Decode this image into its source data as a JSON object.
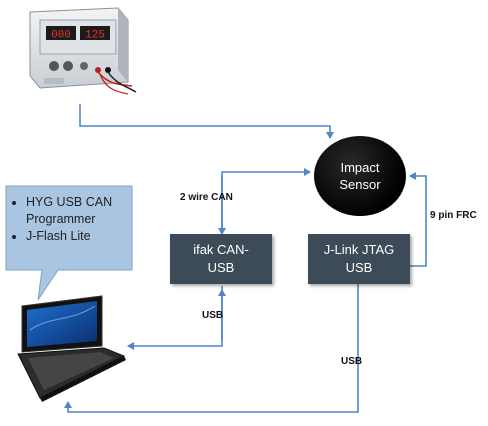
{
  "callout": {
    "items": [
      "HYG USB CAN Programmer",
      "J-Flash Lite"
    ],
    "fill": "#a9c5e1"
  },
  "sensor": {
    "line1": "Impact",
    "line2": "Sensor"
  },
  "ifak_box": {
    "line1": "ifak CAN-",
    "line2": "USB"
  },
  "jlink_box": {
    "line1": "J-Link JTAG",
    "line2": "USB"
  },
  "labels": {
    "two_wire_can": "2 wire CAN",
    "nine_pin_frc": "9 pin FRC",
    "usb_ifak": "USB",
    "usb_jlink": "USB"
  },
  "power_supply": {
    "display_left": "000",
    "display_right": "125"
  },
  "colors": {
    "connector": "#4f86c6",
    "box": "#3d4a57",
    "display": "#e6342c"
  }
}
